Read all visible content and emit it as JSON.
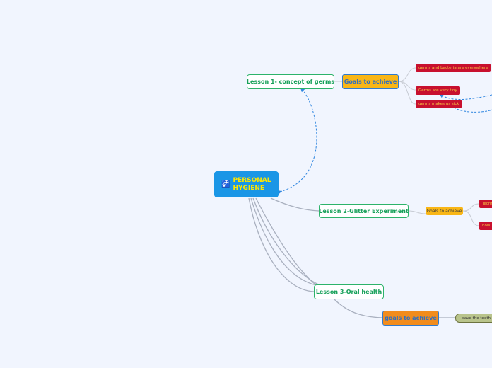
{
  "central": {
    "title_line1": "PERSONAL",
    "title_line2": "HYGIENE",
    "icon": "sink-icon",
    "color": "#1a96e6"
  },
  "lesson1": {
    "label": "Lesson 1- concept of germs",
    "goals": {
      "label": "Goals to achieve",
      "items": [
        "germs and bacteria are everywhere",
        "Germs are very tiny",
        "germs makes us sick"
      ]
    }
  },
  "lesson2": {
    "label": "Lesson 2-Glitter Experiment",
    "goals": {
      "label": "Goals to achieve",
      "items": [
        "Techn",
        "how"
      ]
    }
  },
  "lesson3": {
    "label": "Lesson 3-Oral health",
    "goals": {
      "label": "goals to achieve",
      "items": [
        "save the teeth"
      ]
    }
  }
}
